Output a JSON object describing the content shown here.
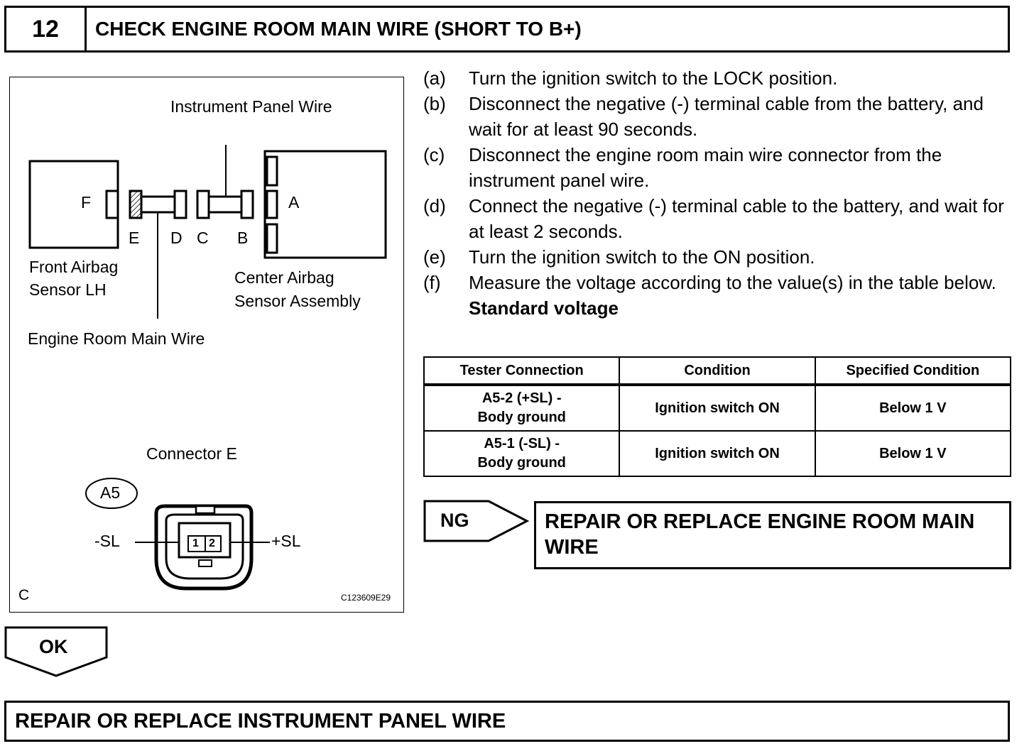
{
  "header": {
    "step_number": "12",
    "title": "CHECK ENGINE ROOM MAIN WIRE (SHORT TO B+)"
  },
  "figure": {
    "instrument_panel_wire": "Instrument Panel Wire",
    "label_f": "F",
    "label_a": "A",
    "label_e": "E",
    "label_d": "D",
    "label_c": "C",
    "label_b": "B",
    "front_airbag_line1": "Front Airbag",
    "front_airbag_line2": "Sensor LH",
    "center_airbag_line1": "Center Airbag",
    "center_airbag_line2": "Sensor Assembly",
    "engine_room_main_wire": "Engine Room Main Wire",
    "connector_e": "Connector E",
    "connector_code": "A5",
    "minus_sl": "-SL",
    "plus_sl": "+SL",
    "pin_1": "1",
    "pin_2": "2",
    "corner_letter": "C",
    "figure_id": "C123609E29"
  },
  "instructions": [
    {
      "letter": "(a)",
      "text": "Turn the ignition switch to the LOCK position."
    },
    {
      "letter": "(b)",
      "text": "Disconnect the negative (-) terminal cable from the battery, and wait for at least 90 seconds."
    },
    {
      "letter": "(c)",
      "text": "Disconnect the engine room main wire connector from the instrument panel wire."
    },
    {
      "letter": "(d)",
      "text": "Connect the negative (-) terminal cable to the battery, and wait for at least 2 seconds."
    },
    {
      "letter": "(e)",
      "text": "Turn the ignition switch to the ON position."
    },
    {
      "letter": "(f)",
      "text": "Measure the voltage according to the value(s) in the table below."
    }
  ],
  "standard_label": "Standard voltage",
  "table": {
    "headers": [
      "Tester Connection",
      "Condition",
      "Specified Condition"
    ],
    "rows": [
      {
        "conn_line1": "A5-2 (+SL) -",
        "conn_line2": "Body ground",
        "condition": "Ignition switch ON",
        "spec": "Below 1 V"
      },
      {
        "conn_line1": "A5-1 (-SL) -",
        "conn_line2": "Body ground",
        "condition": "Ignition switch ON",
        "spec": "Below 1 V"
      }
    ]
  },
  "ng": {
    "label": "NG",
    "line1": "REPAIR OR REPLACE ENGINE ROOM MAIN",
    "line2": "WIRE"
  },
  "ok": {
    "label": "OK"
  },
  "final": {
    "text": "REPAIR OR REPLACE INSTRUMENT PANEL WIRE"
  }
}
